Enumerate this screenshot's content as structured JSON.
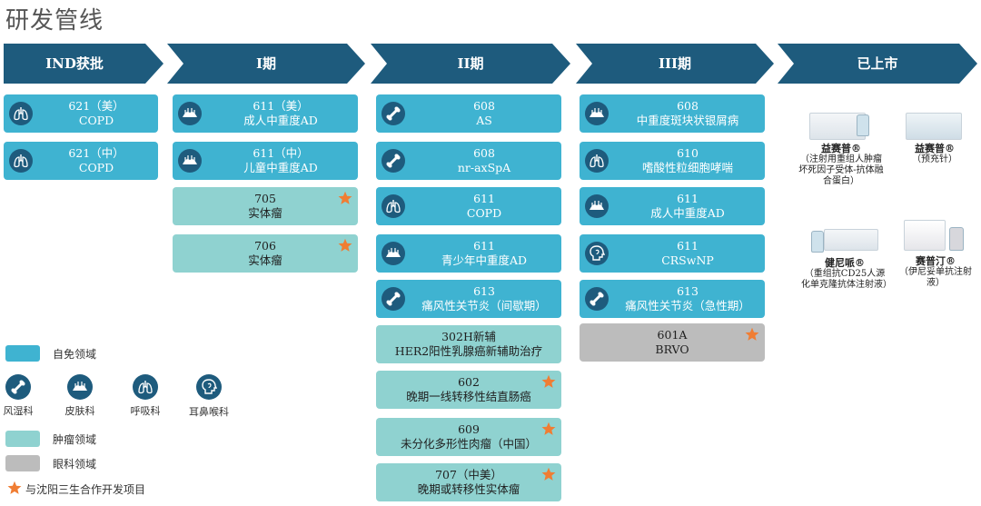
{
  "title": "研发管线",
  "phases": [
    {
      "label": "IND获批"
    },
    {
      "label": "I期"
    },
    {
      "label": "II期"
    },
    {
      "label": "III期"
    },
    {
      "label": "已上市"
    }
  ],
  "colors": {
    "arrow": "#1e5b7d",
    "immune": "#3fb3d1",
    "onco": "#8fd2d0",
    "eye": "#bcbcbc",
    "star": "#f07d33",
    "icon": "#1e5b7d"
  },
  "cards": {
    "ind": [
      {
        "l1": "621（美）",
        "l2": "COPD",
        "icon": "lungs-icon"
      },
      {
        "l1": "621（中）",
        "l2": "COPD",
        "icon": "lungs-icon"
      }
    ],
    "p1": [
      {
        "l1": "611（美）",
        "l2": "成人中重度AD",
        "icon": "skin-icon"
      },
      {
        "l1": "611（中）",
        "l2": "儿童中重度AD",
        "icon": "skin-icon"
      },
      {
        "l1": "705",
        "l2": "实体瘤"
      },
      {
        "l1": "706",
        "l2": "实体瘤"
      }
    ],
    "p2": [
      {
        "l1": "608",
        "l2": "AS",
        "icon": "bone-icon"
      },
      {
        "l1": "608",
        "l2": "nr-axSpA",
        "icon": "bone-icon"
      },
      {
        "l1": "611",
        "l2": "COPD",
        "icon": "lungs-icon"
      },
      {
        "l1": "611",
        "l2": "青少年中重度AD",
        "icon": "skin-icon"
      },
      {
        "l1": "613",
        "l2": "痛风性关节炎（间歇期）",
        "icon": "bone-icon"
      },
      {
        "l1": "302H新辅",
        "l2": "HER2阳性乳腺癌新辅助治疗"
      },
      {
        "l1": "602",
        "l2": "晚期一线转移性结直肠癌"
      },
      {
        "l1": "609",
        "l2": "未分化多形性肉瘤（中国）"
      },
      {
        "l1": "707（中美）",
        "l2": "晚期或转移性实体瘤"
      }
    ],
    "p3": [
      {
        "l1": "608",
        "l2": "中重度斑块状银屑病",
        "icon": "skin-icon"
      },
      {
        "l1": "610",
        "l2": "嗜酸性粒细胞哮喘",
        "icon": "lungs-icon"
      },
      {
        "l1": "611",
        "l2": "成人中重度AD",
        "icon": "skin-icon"
      },
      {
        "l1": "611",
        "l2": "CRSwNP",
        "icon": "head-icon"
      },
      {
        "l1": "613",
        "l2": "痛风性关节炎（急性期）",
        "icon": "bone-icon"
      },
      {
        "l1": "601A",
        "l2": "BRVO"
      }
    ]
  },
  "products": [
    {
      "name": "益赛普®",
      "desc": "（注射用重组人肿瘤坏死因子受体-抗体融合蛋白）"
    },
    {
      "name": "益赛普®",
      "desc": "（预充针）"
    },
    {
      "name": "健尼哌®",
      "desc": "（重组抗CD25人源化单克隆抗体注射液）"
    },
    {
      "name": "赛普汀®",
      "desc": "（伊尼妥单抗注射液）"
    }
  ],
  "legend": {
    "immune": "自免领域",
    "rheum": "风湿科",
    "derm": "皮肤科",
    "resp": "呼吸科",
    "ent": "耳鼻喉科",
    "onco": "肿瘤领域",
    "eye": "眼科领域",
    "partner": "与沈阳三生合作开发项目"
  }
}
